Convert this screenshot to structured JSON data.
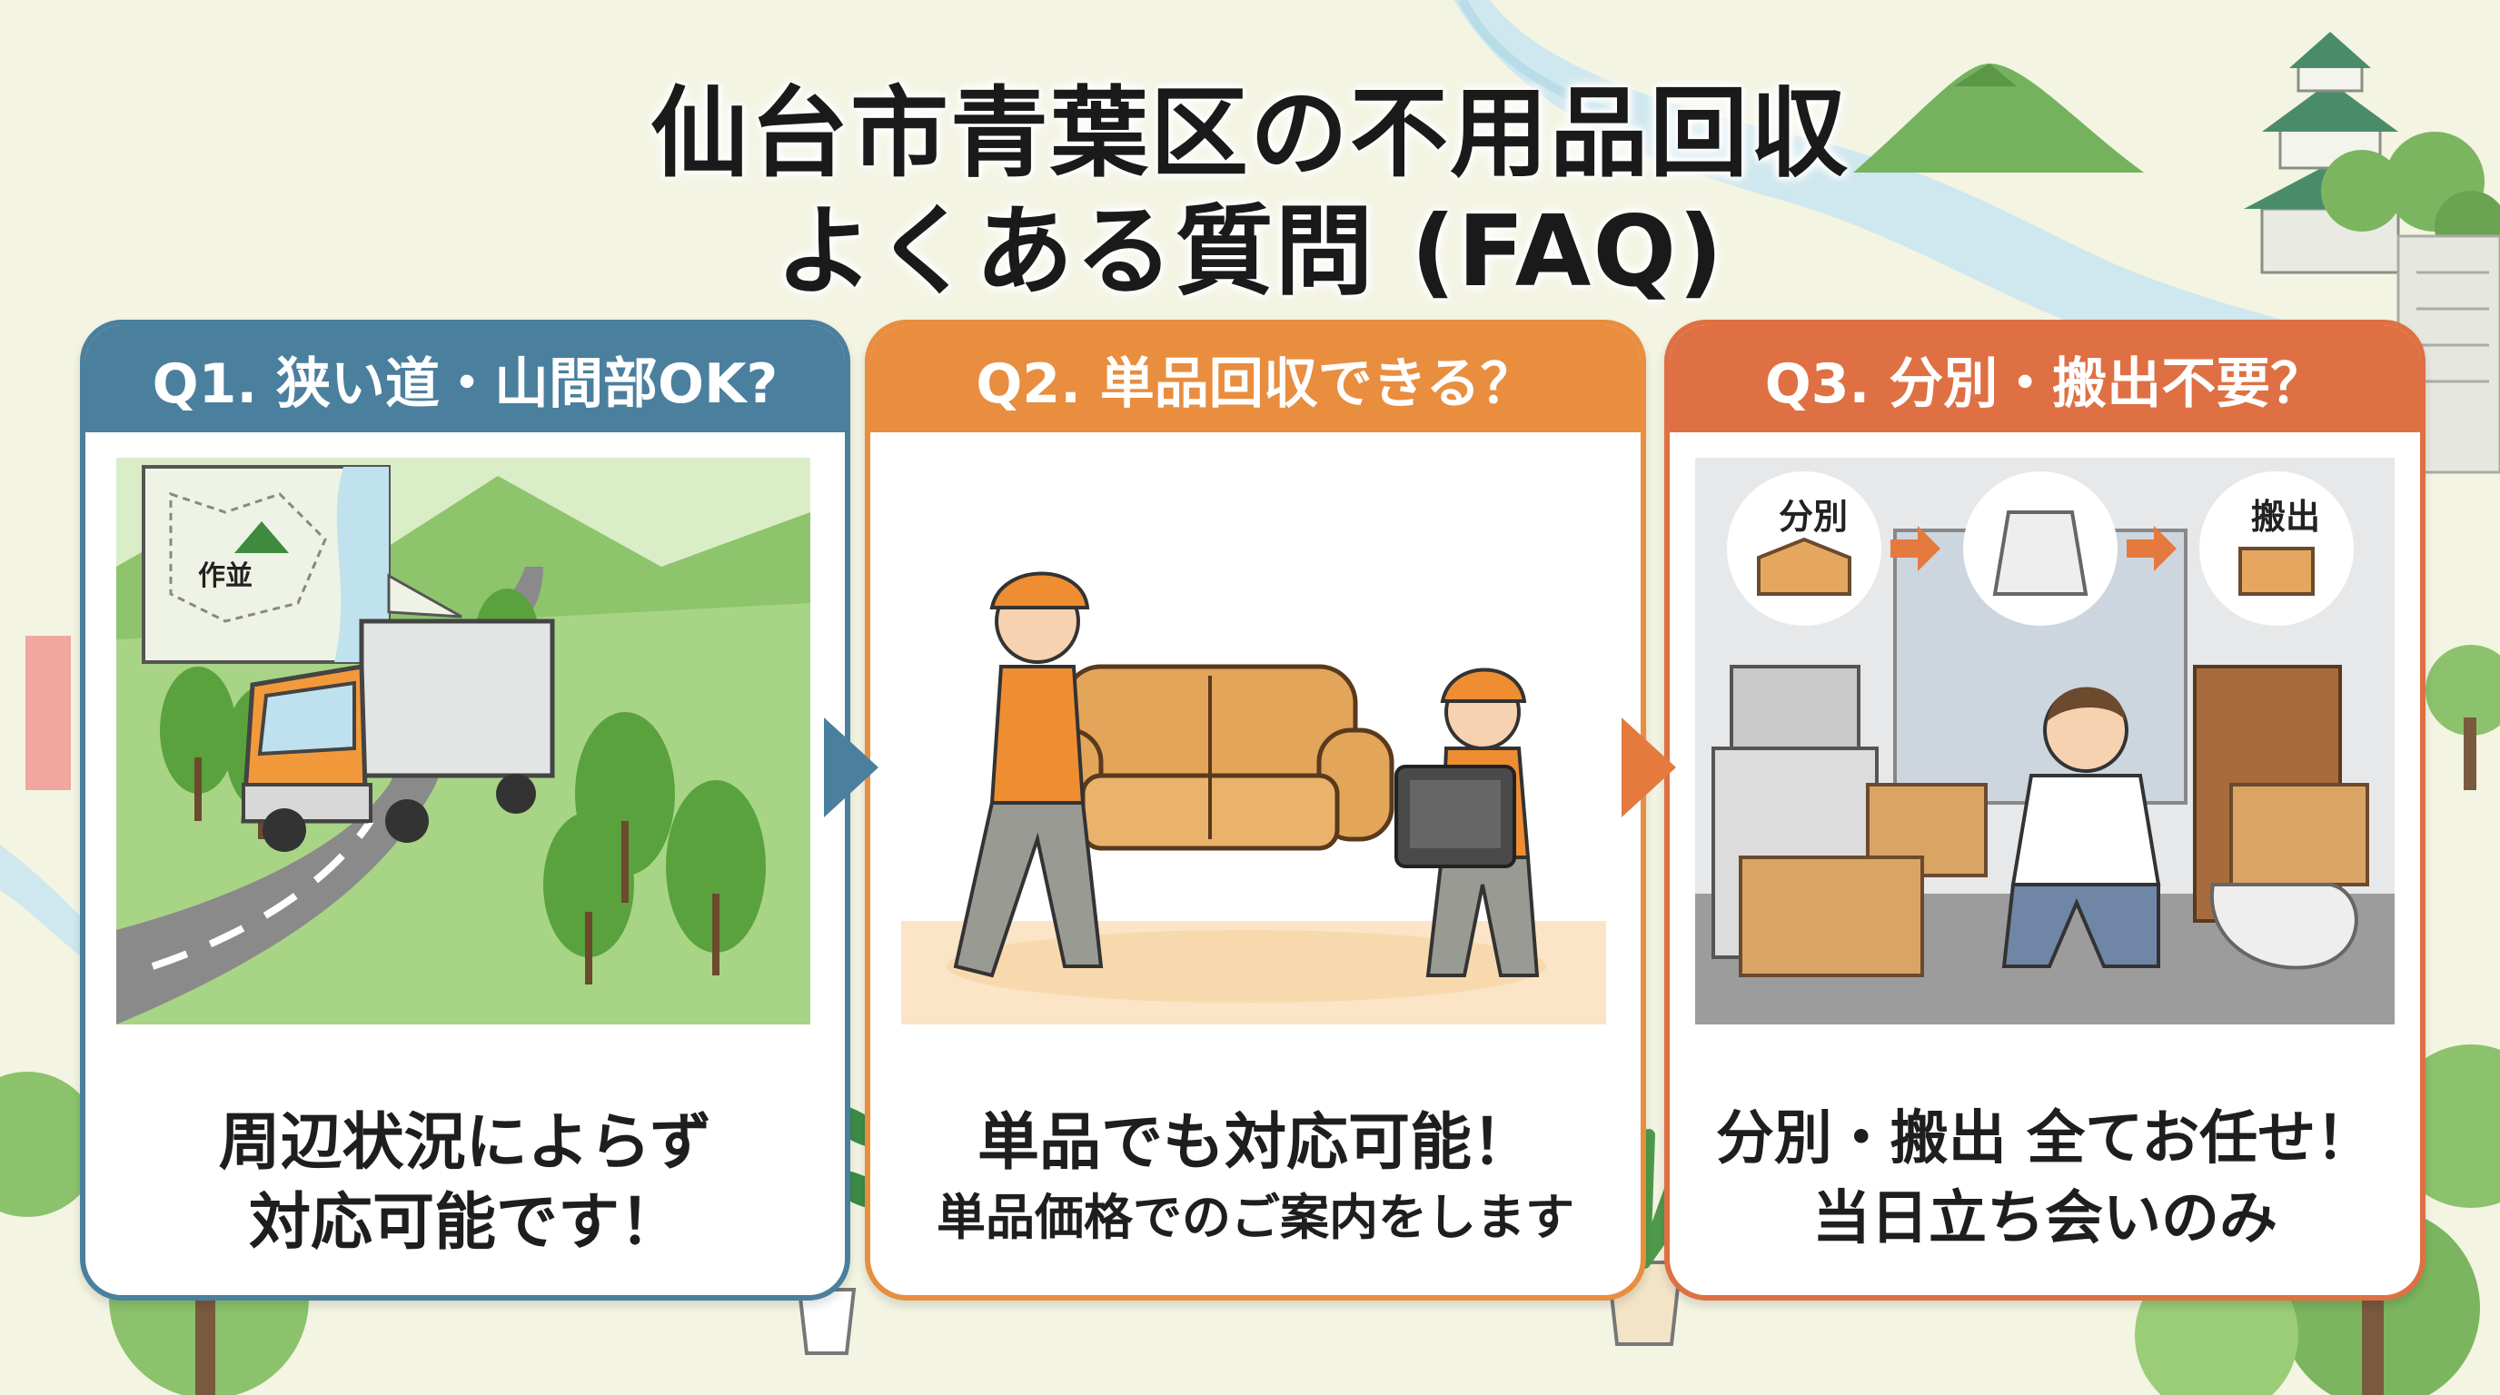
{
  "title": {
    "line1": "仙台市青葉区の不用品回収",
    "line2": "よくある質問 (FAQ)"
  },
  "cards": [
    {
      "header": "Q1. 狭い道・山間部OK?",
      "map_label": "作並",
      "answer_line1": "周辺状況によらず",
      "answer_line2": "対応可能です！",
      "color": "#4b7f9e"
    },
    {
      "header": "Q2. 単品回収できる？",
      "answer_line1": "単品でも対応可能！",
      "answer_line2": "単品価格でのご案内をします",
      "color": "#e98d3f"
    },
    {
      "header": "Q3. 分別・搬出不要？",
      "step1_label": "分別",
      "step3_label": "搬出",
      "answer_line1": "分別・搬出 全てお任せ！",
      "answer_line2": "当日立ち会いのみ",
      "color": "#de7043"
    }
  ],
  "colors": {
    "background": "#f3f4e2",
    "card_border_1": "#4b7f9e",
    "card_border_2": "#e98d3f",
    "card_border_3": "#de7043"
  }
}
